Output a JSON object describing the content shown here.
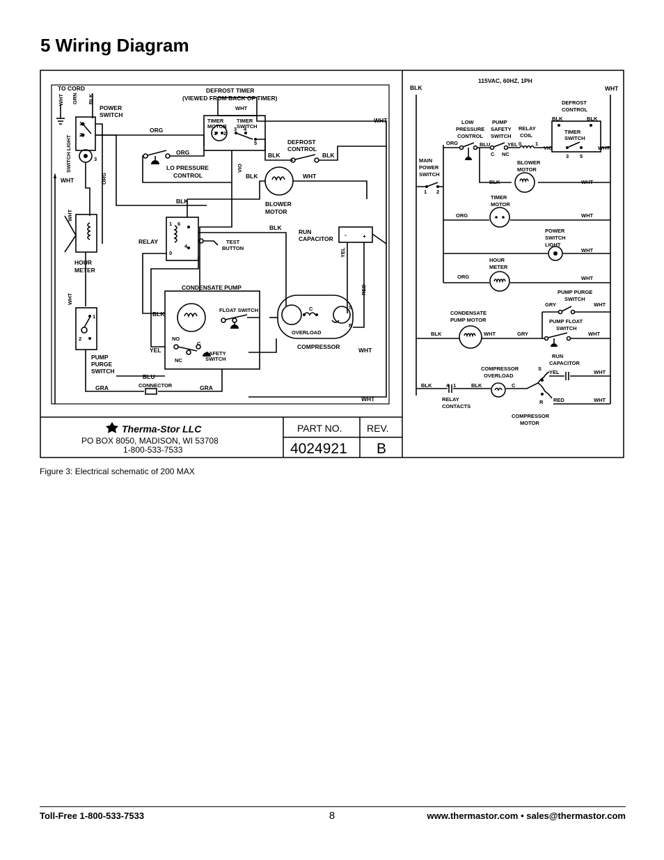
{
  "page": {
    "heading": "5 Wiring Diagram",
    "caption": "Figure 3: Electrical schematic of 200 MAX",
    "footer": {
      "phone": "Toll-Free 1-800-533-7533",
      "page_number": "8",
      "contact": "www.thermastor.com • sales@thermastor.com"
    }
  },
  "title_block": {
    "company": "Therma-Stor LLC",
    "address": "PO BOX 8050, MADISON, WI  53708",
    "phone": "1-800-533-7533",
    "part_no_label": "PART NO.",
    "part_no": "4024921",
    "rev_label": "REV.",
    "rev": "B"
  },
  "wiring_diagram": {
    "to_cord": "TO CORD",
    "wht": "WHT",
    "grn": "GRN",
    "blk": "BLK",
    "org": "ORG",
    "vio": "VIO",
    "yel": "YEL",
    "red": "RED",
    "blu": "BLU",
    "gra": "GRA",
    "power_switch": [
      "POWER",
      "SWITCH"
    ],
    "switch_light": "SWITCH LIGHT",
    "defrost_timer": [
      "DEFROST TIMER",
      "(VIEWED FROM BACK OF TIMER)"
    ],
    "timer_motor": [
      "TIMER",
      "MOTOR"
    ],
    "timer_switch": [
      "TIMER",
      "SWITCH"
    ],
    "defrost_control": [
      "DEFROST",
      "CONTROL"
    ],
    "lo_pressure_control": [
      "LO PRESSURE",
      "CONTROL"
    ],
    "blower_motor": [
      "BLOWER",
      "MOTOR"
    ],
    "relay": "RELAY",
    "test_button": [
      "TEST",
      "BUTTON"
    ],
    "run_capacitor": [
      "RUN",
      "CAPACITOR"
    ],
    "hour_meter": [
      "HOUR",
      "METER"
    ],
    "condensate_pump": "CONDENSATE PUMP",
    "float_switch": "FLOAT SWITCH",
    "safety_switch": [
      "SAFETY",
      "SWITCH"
    ],
    "no": "NO",
    "nc": "NC",
    "c": "C",
    "s": "S",
    "r": "R",
    "overload": "OVERLOAD",
    "compressor": "COMPRESSOR",
    "pump_purge_switch": [
      "PUMP",
      "PURGE",
      "SWITCH"
    ],
    "connector": "CONNECTOR",
    "n1": "1",
    "n2": "2",
    "n3": "3",
    "n4": "4",
    "n5": "5",
    "n6": "6",
    "n0": "0",
    "dash": "-",
    "plus": "+"
  },
  "ladder_diagram": {
    "supply": "115VAC, 60HZ, 1PH",
    "blk": "BLK",
    "wht": "WHT",
    "org": "ORG",
    "blu": "BLU",
    "yel": "YEL",
    "vio": "VIO",
    "gry": "GRY",
    "red": "RED",
    "c": "C",
    "nc": "NC",
    "s": "S",
    "r": "R",
    "n0": "0",
    "n1": "1",
    "n2": "2",
    "n3": "3",
    "n4": "4",
    "n5": "5",
    "defrost_control": [
      "DEFROST",
      "CONTROL"
    ],
    "timer_switch": [
      "TIMER",
      "SWITCH"
    ],
    "low_pressure_control": [
      "LOW",
      "PRESSURE",
      "CONTROL"
    ],
    "pump_safety_switch": [
      "PUMP",
      "SAFETY",
      "SWITCH"
    ],
    "relay_coil": [
      "RELAY",
      "COIL"
    ],
    "main_power_switch": [
      "MAIN",
      "POWER",
      "SWITCH"
    ],
    "blower_motor": [
      "BLOWER",
      "MOTOR"
    ],
    "timer_motor": [
      "TIMER",
      "MOTOR"
    ],
    "power_switch_light": [
      "POWER",
      "SWITCH",
      "LIGHT"
    ],
    "hour_meter": [
      "HOUR",
      "METER"
    ],
    "pump_purge_switch": [
      "PUMP PURGE",
      "SWITCH"
    ],
    "condensate_pump_motor": [
      "CONDENSATE",
      "PUMP MOTOR"
    ],
    "pump_float_switch": [
      "PUMP FLOAT",
      "SWITCH"
    ],
    "run_capacitor": [
      "RUN",
      "CAPACITOR"
    ],
    "compressor_overload": [
      "COMPRESSOR",
      "OVERLOAD"
    ],
    "relay_contacts": [
      "RELAY",
      "CONTACTS"
    ],
    "compressor_motor": [
      "COMPRESSOR",
      "MOTOR"
    ]
  }
}
